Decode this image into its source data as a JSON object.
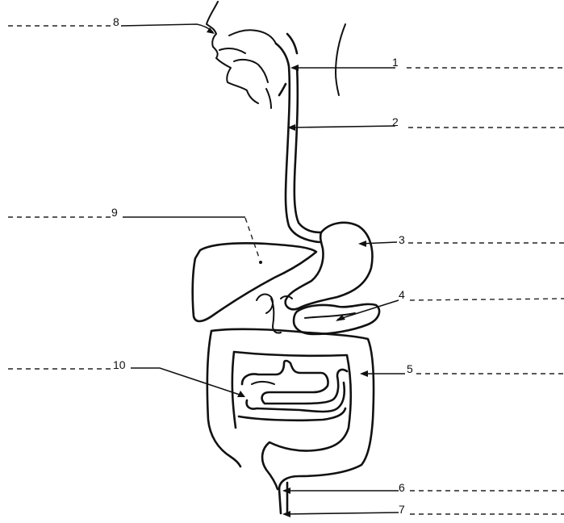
{
  "labels": [
    {
      "number": "1",
      "side": "right"
    },
    {
      "number": "2",
      "side": "right"
    },
    {
      "number": "3",
      "side": "right"
    },
    {
      "number": "4",
      "side": "right"
    },
    {
      "number": "5",
      "side": "right"
    },
    {
      "number": "6",
      "side": "right"
    },
    {
      "number": "7",
      "side": "right"
    },
    {
      "number": "8",
      "side": "left"
    },
    {
      "number": "9",
      "side": "left"
    },
    {
      "number": "10",
      "side": "left"
    }
  ],
  "colors": {
    "line": "#111111",
    "background": "#ffffff"
  }
}
